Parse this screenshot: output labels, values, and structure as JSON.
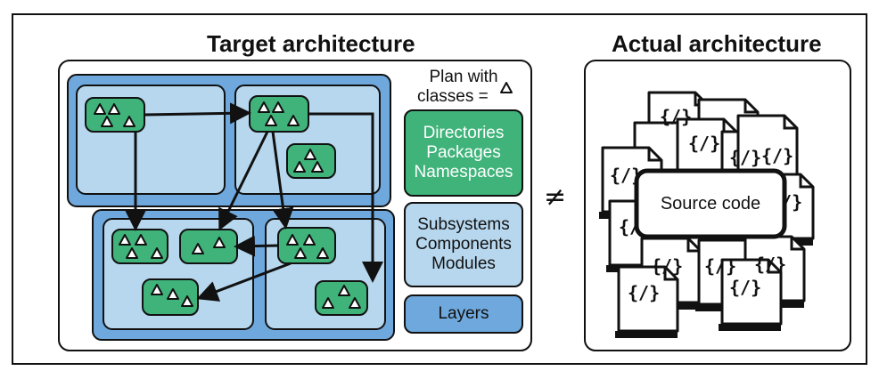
{
  "titles": {
    "target": "Target architecture",
    "actual": "Actual architecture"
  },
  "legend": {
    "plan_line1": "Plan with",
    "plan_line2": "classes =",
    "directories": "Directories\nPackages\nNamespaces",
    "subsystems": "Subsystems\nComponents\nModules",
    "layers": "Layers"
  },
  "neq_symbol": "≠",
  "source_code_label": "Source code",
  "code_icon_glyph": "{/}",
  "colors": {
    "layer_fill": "#6fa8dc",
    "subsystem_fill": "#b7d7ee",
    "package_fill": "#3fb37a",
    "stroke": "#111111"
  }
}
